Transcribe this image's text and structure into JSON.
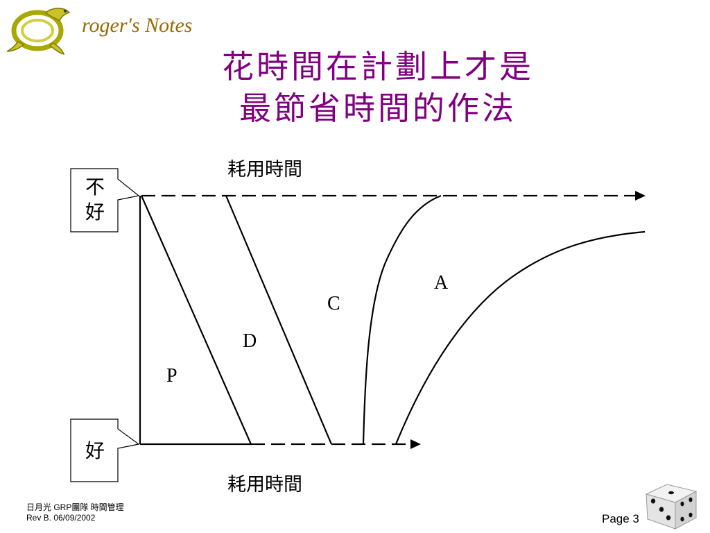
{
  "header": {
    "logo_icon": "dragon-logo-icon",
    "brand": "roger's Notes",
    "title_line1": "花時間在計劃上才是",
    "title_line2": "最節省時間的作法",
    "title_color": "#800080",
    "brand_color": "#9a6a00"
  },
  "diagram": {
    "top_axis_label": "耗用時間",
    "bottom_axis_label": "耗用時間",
    "callout_top": "不\n好",
    "callout_bottom": "好",
    "regions": {
      "p": "P",
      "d": "D",
      "c": "C",
      "a": "A"
    }
  },
  "footer": {
    "line1": "日月光 GRP團隊 時間管理",
    "line2": "Rev B. 06/09/2002",
    "page": "Page 3",
    "dice_icon": "dice-icon"
  }
}
